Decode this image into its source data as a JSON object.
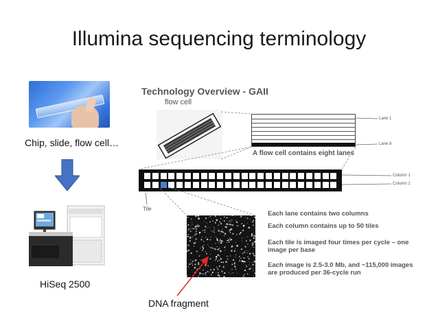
{
  "slide": {
    "title": "Illumina sequencing terminology"
  },
  "left": {
    "chip_label": "Chip, slide, flow cell…",
    "hiseq_label": "HiSeq 2500"
  },
  "panel": {
    "title": "Technology Overview - GAII",
    "flow_cell_caption": "flow cell",
    "lanes": {
      "label_top": "Lane 1",
      "label_bottom": "Lane 8",
      "caption": "A flow cell contains eight lanes"
    },
    "columns": {
      "label_1": "Column 1",
      "label_2": "Column 2"
    },
    "tile_label": "Tile",
    "facts": [
      "Each lane contains two columns",
      "Each column contains up to 50 tiles",
      "Each tile is imaged four times per cycle – one",
      "image per base",
      "Each image is 2.5-3.0 Mb, and ~115,000 images",
      "are produced per 36-cycle run"
    ]
  },
  "annotation": {
    "dna_fragment_label": "DNA fragment"
  },
  "colors": {
    "arrow_blue": "#4472c4",
    "annotation_red": "#e3262b",
    "selected_tile": "#4a7fc8"
  }
}
